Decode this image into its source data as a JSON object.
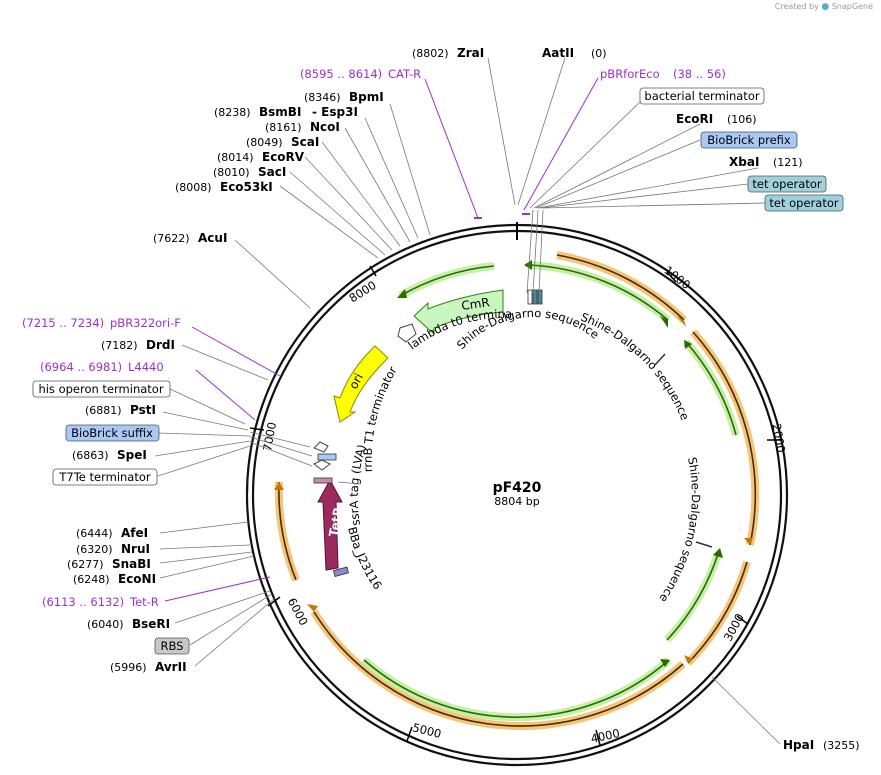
{
  "branding": {
    "created_by": "Created by",
    "app_name": "SnapGene"
  },
  "plasmid": {
    "name": "pF420",
    "length_label": "8804 bp",
    "length": 8804
  },
  "ticks": [
    "1000",
    "2000",
    "3000",
    "4000",
    "5000",
    "6000",
    "7000",
    "8000"
  ],
  "enzymes": [
    {
      "name": "ZraI",
      "pos": "(8802)"
    },
    {
      "name": "AatII",
      "pos": "(0)"
    },
    {
      "name": "EcoRI",
      "pos": "(106)"
    },
    {
      "name": "XbaI",
      "pos": "(121)"
    },
    {
      "name": "BpmI",
      "pos": "(8346)"
    },
    {
      "name": "BsmBI",
      "pos": "(8238)"
    },
    {
      "name": "- Esp3I",
      "pos": ""
    },
    {
      "name": "NcoI",
      "pos": "(8161)"
    },
    {
      "name": "ScaI",
      "pos": "(8049)"
    },
    {
      "name": "EcoRV",
      "pos": "(8014)"
    },
    {
      "name": "SacI",
      "pos": "(8010)"
    },
    {
      "name": "Eco53kI",
      "pos": "(8008)"
    },
    {
      "name": "AcuI",
      "pos": "(7622)"
    },
    {
      "name": "DrdI",
      "pos": "(7182)"
    },
    {
      "name": "PstI",
      "pos": "(6881)"
    },
    {
      "name": "SpeI",
      "pos": "(6863)"
    },
    {
      "name": "AfeI",
      "pos": "(6444)"
    },
    {
      "name": "NruI",
      "pos": "(6320)"
    },
    {
      "name": "SnaBI",
      "pos": "(6277)"
    },
    {
      "name": "EcoNI",
      "pos": "(6248)"
    },
    {
      "name": "BseRI",
      "pos": "(6040)"
    },
    {
      "name": "AvrII",
      "pos": "(5996)"
    },
    {
      "name": "HpaI",
      "pos": "(3255)"
    }
  ],
  "primers": [
    {
      "name": "CAT-R",
      "range": "(8595 .. 8614)"
    },
    {
      "name": "pBRforEco",
      "range": "(38 .. 56)"
    },
    {
      "name": "pBR322ori-F",
      "range": "(7215 .. 7234)"
    },
    {
      "name": "L4440",
      "range": "(6964 .. 6981)"
    },
    {
      "name": "Tet-R",
      "range": "(6113 .. 6132)"
    }
  ],
  "feature_boxes": [
    {
      "label": "bacterial terminator",
      "fill": "#ffffff"
    },
    {
      "label": "BioBrick prefix",
      "fill": "#a8c8f5"
    },
    {
      "label": "tet operator",
      "fill": "#9fd1dc"
    },
    {
      "label": "tet operator",
      "fill": "#9fd1dc"
    },
    {
      "label": "his operon terminator",
      "fill": "#ffffff"
    },
    {
      "label": "BioBrick suffix",
      "fill": "#a8c8f5"
    },
    {
      "label": "T7Te terminator",
      "fill": "#ffffff"
    },
    {
      "label": "RBS",
      "fill": "#c8c8c8"
    }
  ],
  "inner_features": [
    {
      "label": "CmR",
      "color": "#c8f5c0"
    },
    {
      "label": "ori",
      "color": "#ffff00"
    },
    {
      "label": "TetR",
      "color": "#9b2a5e"
    }
  ],
  "curved_labels": [
    "lambda t0 terminator",
    "Shine-Dalgarno sequence",
    "Shine-Dalgarno sequence",
    "Shine-Dalgarno sequence",
    "rrnB T1 terminator",
    "ssrA tag (LVA)",
    "BBa_J23116"
  ],
  "colors": {
    "primer": "#9b30c9",
    "cds_green": "#2a8a00",
    "cds_orange": "#c87800",
    "backbone": "#222222"
  }
}
